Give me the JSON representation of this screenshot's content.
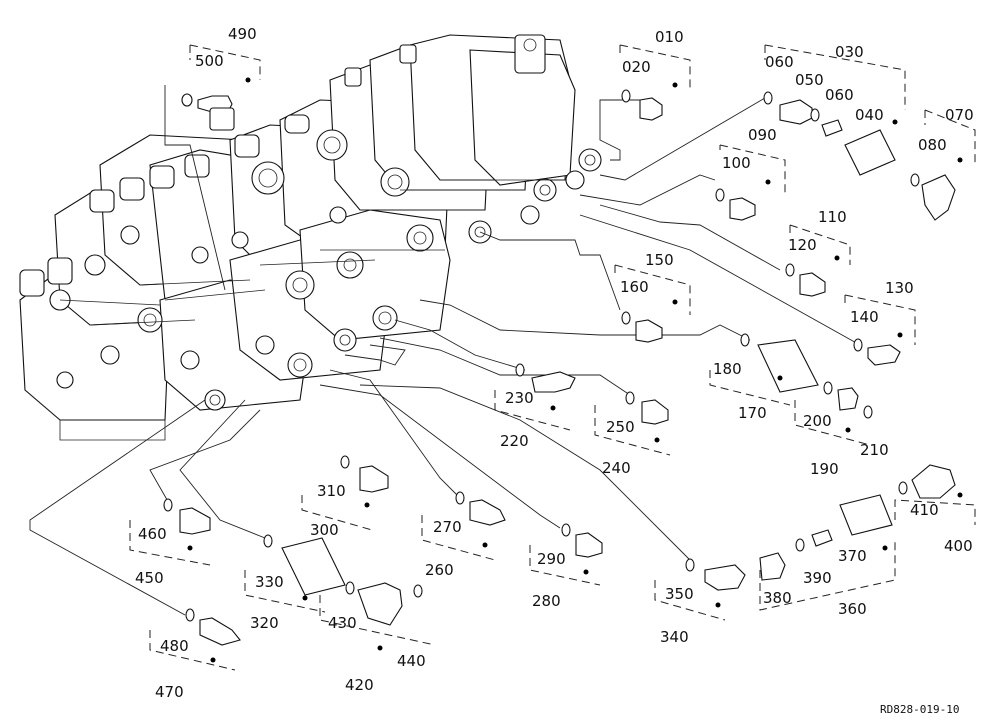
{
  "diagram": {
    "document_code": "RD828-019-10",
    "callouts": [
      "010",
      "020",
      "030",
      "040",
      "050",
      "060",
      "070",
      "080",
      "090",
      "100",
      "110",
      "120",
      "130",
      "140",
      "150",
      "160",
      "170",
      "180",
      "190",
      "200",
      "210",
      "220",
      "230",
      "240",
      "250",
      "260",
      "270",
      "280",
      "290",
      "300",
      "310",
      "320",
      "330",
      "340",
      "350",
      "360",
      "370",
      "380",
      "390",
      "400",
      "410",
      "420",
      "430",
      "440",
      "450",
      "460",
      "470",
      "480",
      "490",
      "500"
    ],
    "callout_060_second": "060",
    "colors": {
      "line": "#222222",
      "text": "#111111",
      "background": "#ffffff"
    }
  }
}
